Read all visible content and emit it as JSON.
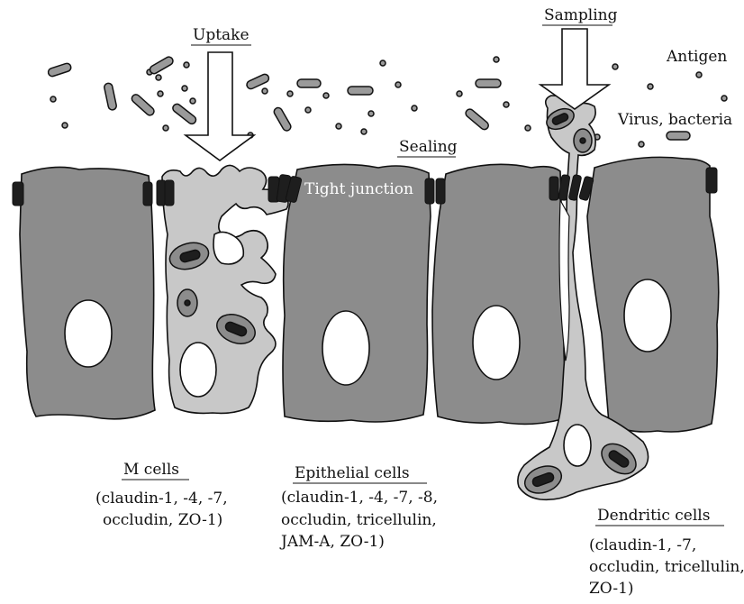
{
  "labels": {
    "uptake": "Uptake",
    "sampling": "Sampling",
    "antigen": "Antigen",
    "virus_bacteria": "Virus, bacteria",
    "sealing": "Sealing",
    "tight_junction": "Tight junction"
  },
  "cell_groups": {
    "m_cells": {
      "title": "M cells",
      "lines": [
        "(claudin-1, -4, -7,",
        "occludin, ZO-1)"
      ]
    },
    "epithelial_cells": {
      "title": "Epithelial cells",
      "lines": [
        "(claudin-1, -4, -7, -8,",
        "occludin, tricellulin,",
        "JAM-A, ZO-1)"
      ]
    },
    "dendritic_cells": {
      "title": "Dendritic cells",
      "lines": [
        "(claudin-1, -7,",
        "occludin, tricellulin,",
        "ZO-1)"
      ]
    }
  },
  "colors": {
    "epithelial_fill": "#8c8c8c",
    "m_cell_fill": "#c8c8c8",
    "dendritic_fill": "#c8c8c8",
    "junction": "#1e1e1e",
    "stroke": "#111111"
  }
}
